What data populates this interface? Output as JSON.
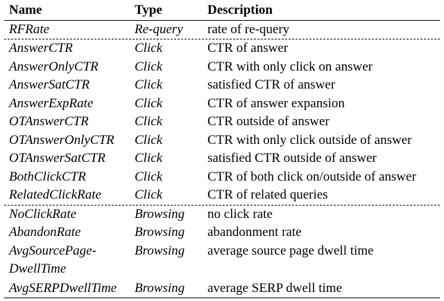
{
  "headers": {
    "name": "Name",
    "type": "Type",
    "description": "Description"
  },
  "groups": [
    {
      "rows": [
        {
          "name": "RFRate",
          "type": "Re-query",
          "description": "rate of re-query"
        }
      ]
    },
    {
      "rows": [
        {
          "name": "AnswerCTR",
          "type": "Click",
          "description": "CTR of answer"
        },
        {
          "name": "AnswerOnlyCTR",
          "type": "Click",
          "description": "CTR with only click on answer"
        },
        {
          "name": "AnswerSatCTR",
          "type": "Click",
          "description": "satisfied CTR of answer"
        },
        {
          "name": "AnswerExpRate",
          "type": "Click",
          "description": "CTR of answer expansion"
        },
        {
          "name": "OTAnswerCTR",
          "type": "Click",
          "description": "CTR outside of answer"
        },
        {
          "name": "OTAnswerOnlyCTR",
          "type": "Click",
          "description": "CTR with only click outside of answer"
        },
        {
          "name": "OTAnswerSatCTR",
          "type": "Click",
          "description": "satisfied CTR outside of answer"
        },
        {
          "name": "BothClickCTR",
          "type": "Click",
          "description": "CTR of both click on/outside of answer"
        },
        {
          "name": "RelatedClickRate",
          "type": "Click",
          "description": "CTR of related queries"
        }
      ]
    },
    {
      "rows": [
        {
          "name": "NoClickRate",
          "type": "Browsing",
          "description": "no click rate"
        },
        {
          "name": "AbandonRate",
          "type": "Browsing",
          "description": "abandonment rate"
        },
        {
          "name_lines": [
            "AvgSourcePage-",
            "DwellTime"
          ],
          "type": "Browsing",
          "description": "average source page dwell time"
        },
        {
          "name": "AvgSERPDwellTime",
          "type": "Browsing",
          "description": "average SERP dwell time"
        }
      ]
    }
  ]
}
